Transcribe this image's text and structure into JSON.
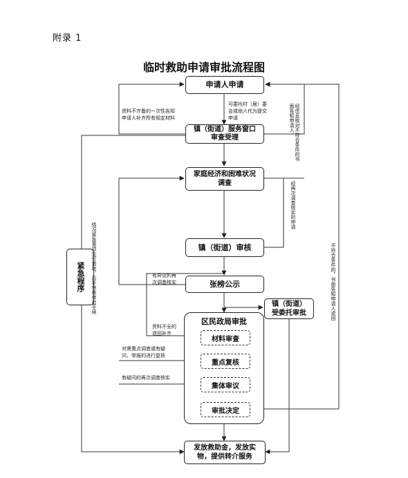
{
  "header": {
    "appendix": "附录 1",
    "title": "临时救助申请审批流程图"
  },
  "boxes": {
    "apply": "申请人申请",
    "window": "镇（街道）服务窗口\n审查受理",
    "survey": "家庭经济和困难状况\n调查",
    "review": "镇（街道）审核",
    "publicity": "张榜公示",
    "district": "区民政局审批",
    "material": "材料审查",
    "key": "重点复核",
    "collective": "集体审议",
    "decision": "审批决定",
    "delegated": "镇（街道）\n受委托审批",
    "emergency": "紧急程序",
    "payout": "发放救助金，发放实\n物，提供转介服务"
  },
  "notes": {
    "incomplete_materials": "资料不齐备的一次性告知\n申请人补齐所有规定材料",
    "entrusted": "可委托村（居）委\n会或他人代为提交\n申请",
    "objection": "有异议的再\n次调查核实",
    "incomplete_return": "资料不全的\n退回补齐",
    "key_check": "对需重点调查或有疑\n问、举报的进行复核",
    "doubt_recheck": "有疑问的再次调查核实",
    "info_check_fail": "经信息核对不符合条件的书面告知申请人",
    "survey_fail": "经再次调查核实的申请",
    "emergency_note": "情况紧急事项先行救助，后补审核审批手续",
    "not_qualified": "不符合条件的，书面告知申请人退回"
  }
}
